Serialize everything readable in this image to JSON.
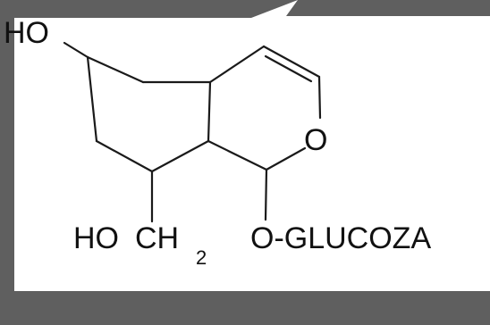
{
  "labels": {
    "ho_top": "HO",
    "ring_oxygen": "O",
    "ho_bottom": "HO",
    "ch": "CH",
    "ch_subscript": "2",
    "o_glucoza": "O-GLUCOZA"
  },
  "colors": {
    "background": "#ffffff",
    "frame": "#5f5f5f",
    "bond": "#1a1a1a",
    "text": "#111111"
  }
}
